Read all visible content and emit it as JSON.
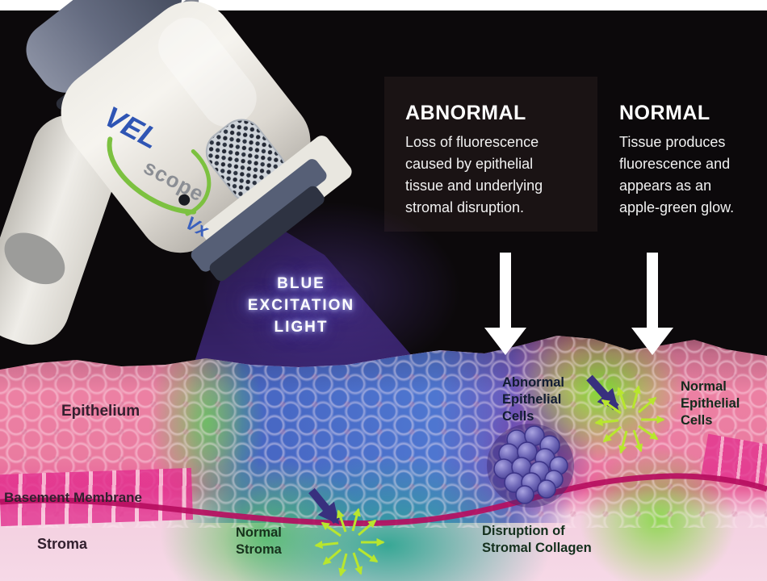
{
  "figure": {
    "description": "VELscope Vx blue excitation light tissue fluorescence diagram",
    "background_color": "#0c090b",
    "top_strip_color": "#ffffff"
  },
  "device": {
    "logo": {
      "vel": "VEL",
      "scope": "scope",
      "vx": "Vx"
    },
    "colors": {
      "vel_blue": "#2f55b4",
      "scope_gray": "#8b8e94",
      "swoosh_green": "#7cc140",
      "body_ivory": "#efede7",
      "cap_gray": "#5d647a"
    }
  },
  "beam": {
    "label_lines": [
      "BLUE",
      "EXCITATION",
      "LIGHT"
    ],
    "color_top": "#1d1132",
    "color_bottom": "#4b3c96"
  },
  "callouts": {
    "abnormal": {
      "title": "ABNORMAL",
      "lines": [
        "Loss of fluorescence",
        "caused by epithelial",
        "tissue and underlying",
        "stromal disruption."
      ]
    },
    "normal": {
      "title": "NORMAL",
      "lines": [
        "Tissue produces",
        "fluorescence and",
        "appears as an",
        "apple-green glow."
      ]
    }
  },
  "tissue": {
    "labels": {
      "epithelium": "Epithelium",
      "basement_membrane": "Basement Membrane",
      "stroma": "Stroma",
      "normal_stroma": [
        "Normal",
        "Stroma"
      ],
      "abnormal_epithelial_cells": [
        "Abnormal",
        "Epithelial",
        "Cells"
      ],
      "normal_epithelial_cells": [
        "Normal",
        "Epithelial",
        "Cells"
      ],
      "disruption_of_stromal_collagen": [
        "Disruption of",
        "Stromal Collagen"
      ]
    },
    "colors": {
      "epithelium_pink": "#ee86a6",
      "basal_magenta": "#e2308e",
      "stroma_pink": "#f6d9e7",
      "beam_blue": "#4a76d2",
      "fluorescence_green": "#7dd52d",
      "stroma_teal": "#2da591",
      "membrane_magenta": "#b60e60",
      "abnormal_purple": "#6c42a8",
      "excitation_arrow_indigo": "#38307e",
      "emission_ray_green": "#b8e62e"
    }
  }
}
